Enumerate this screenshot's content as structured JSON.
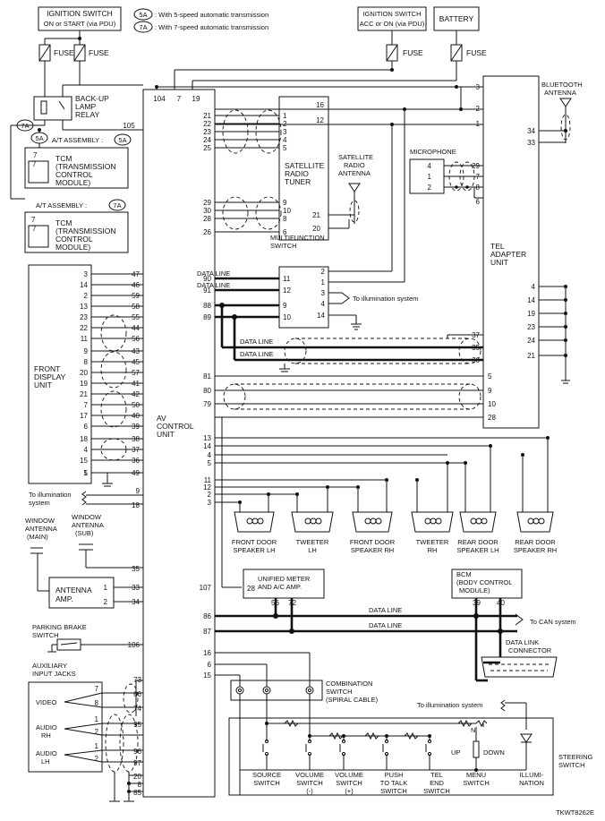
{
  "header": {
    "ign_switch_left": [
      "IGNITION SWITCH",
      "ON or START (via PDU)"
    ],
    "ign_switch_right": [
      "IGNITION SWITCH",
      "ACC or ON (via PDU)"
    ],
    "battery": "BATTERY",
    "legend_5a_tag": "5A",
    "legend_5a_text": ": With 5-speed automatic transmission",
    "legend_7a_tag": "7A",
    "legend_7a_text": ": With 7-speed automatic transmission",
    "fuse": "FUSE"
  },
  "components": {
    "backup_relay": [
      "BACK-UP",
      "LAMP",
      "RELAY"
    ],
    "at_5a": "A/T ASSEMBLY :",
    "at_7a": "A/T ASSEMBLY :",
    "tcm": [
      "TCM",
      "(TRANSMISSION",
      "CONTROL",
      "MODULE)"
    ],
    "sat_tuner": [
      "SATELLITE",
      "RADIO",
      "TUNER"
    ],
    "sat_antenna": [
      "SATELLITE",
      "RADIO",
      "ANTENNA"
    ],
    "microphone": "MICROPHONE",
    "bt_antenna": [
      "BLUETOOTH",
      "ANTENNA"
    ],
    "tel_adapter": [
      "TEL",
      "ADAPTER",
      "UNIT"
    ],
    "multifunction": [
      "MULTIFUNCTION",
      "SWITCH"
    ],
    "front_display": [
      "FRONT",
      "DISPLAY",
      "UNIT"
    ],
    "av_control": [
      "AV",
      "CONTROL",
      "UNIT"
    ],
    "to_illum": [
      "To illumination",
      "system"
    ],
    "to_illum_right": "To illumination system",
    "to_illum_top": "To illumination system",
    "to_illum_steer": "To illumination system",
    "window_ant_main": [
      "WINDOW",
      "ANTENNA",
      "(MAIN)"
    ],
    "window_ant_sub": [
      "WINDOW",
      "ANTENNA",
      "(SUB)"
    ],
    "antenna_amp": [
      "ANTENNA",
      "AMP."
    ],
    "parking_brake": [
      "PARKING BRAKE",
      "SWITCH"
    ],
    "aux_jacks": [
      "AUXILIARY",
      "INPUT JACKS"
    ],
    "video": "VIDEO",
    "audio_rh": [
      "AUDIO",
      "RH"
    ],
    "audio_lh": [
      "AUDIO",
      "LH"
    ],
    "unified_meter": [
      "UNIFIED METER",
      "AND A/C AMP."
    ],
    "bcm": [
      "BCM",
      "(BODY CONTROL",
      "MODULE)"
    ],
    "to_can": "To CAN system",
    "dlc": [
      "DATA LINK",
      "CONNECTOR"
    ],
    "combi": [
      "COMBINATION",
      "SWITCH",
      "(SPIRAL CABLE)"
    ],
    "steering": [
      "STEERING",
      "SWITCH"
    ],
    "data_line": "DATA LINE",
    "up": "UP",
    "down": "DOWN",
    "n": "N",
    "code": "TKWT8262E"
  },
  "speakers": [
    [
      "FRONT DOOR",
      "SPEAKER LH"
    ],
    [
      "TWEETER",
      "LH"
    ],
    [
      "FRONT DOOR",
      "SPEAKER RH"
    ],
    [
      "TWEETER",
      "RH"
    ],
    [
      "REAR DOOR",
      "SPEAKER LH"
    ],
    [
      "REAR DOOR",
      "SPEAKER RH"
    ]
  ],
  "steer_switches": [
    [
      "SOURCE",
      "SWITCH"
    ],
    [
      "VOLUME",
      "SWITCH",
      "(-)"
    ],
    [
      "VOLUME",
      "SWITCH",
      "(+)"
    ],
    [
      "PUSH",
      "TO TALK",
      "SWITCH"
    ],
    [
      "TEL",
      "END",
      "SWITCH"
    ],
    [
      "MENU",
      "SWITCH"
    ],
    [
      "ILLUMI-",
      "NATION"
    ]
  ],
  "pins": {
    "av_top": [
      "104",
      "7",
      "19"
    ],
    "relay_out": "105",
    "tcm": "7",
    "sat_left": [
      "21",
      "22",
      "23",
      "24",
      "25",
      "29",
      "30",
      "28",
      "26"
    ],
    "sat_right": [
      "1",
      "2",
      "3",
      "4",
      "5",
      "9",
      "10",
      "8",
      "6"
    ],
    "sat_ant": [
      "21",
      "20"
    ],
    "tel_top": [
      "16",
      "12"
    ],
    "tel_right": [
      "3",
      "2",
      "1"
    ],
    "bt": [
      "34",
      "33"
    ],
    "mic": [
      "4",
      "1",
      "2"
    ],
    "mic_tel": [
      "29",
      "7",
      "8",
      "6"
    ],
    "mf_left": [
      "90",
      "91",
      "88",
      "89"
    ],
    "mf_pins_l": [
      "11",
      "12",
      "9",
      "10"
    ],
    "mf_pins_r": [
      "2",
      "1",
      "3",
      "4",
      "14"
    ],
    "tel_dl": [
      "37",
      "35",
      "36"
    ],
    "tel_gnd": [
      "4",
      "14",
      "19",
      "23",
      "24",
      "21"
    ],
    "fd_left": [
      "3",
      "14",
      "2",
      "13",
      "23",
      "22",
      "11",
      "9",
      "8",
      "20",
      "19",
      "21",
      "7",
      "17",
      "6",
      "18",
      "4",
      "15",
      "5",
      "1"
    ],
    "fd_right": [
      "47",
      "46",
      "59",
      "58",
      "55",
      "44",
      "56",
      "43",
      "45",
      "57",
      "41",
      "42",
      "50",
      "40",
      "39",
      "38",
      "37",
      "36",
      "49"
    ],
    "av_81": [
      "81",
      "80",
      "79"
    ],
    "tel_59": [
      "5",
      "9",
      "10",
      "28"
    ],
    "av_spk": [
      "13",
      "14",
      "4",
      "5",
      "11",
      "12",
      "2",
      "3"
    ],
    "av_illum": [
      "9",
      "18"
    ],
    "ant": [
      "35",
      "33",
      "34"
    ],
    "amp": [
      "1",
      "2"
    ],
    "meter": [
      "107",
      "28",
      "56",
      "72"
    ],
    "bcm": [
      "39",
      "40"
    ],
    "can": [
      "86",
      "87"
    ],
    "park": "106",
    "aux_left": [
      "7",
      "8",
      "1",
      "2"
    ],
    "aux_right": [
      "73",
      "66",
      "74",
      "95",
      "96",
      "97",
      "20",
      "8",
      "85"
    ],
    "steer": [
      "16",
      "6",
      "15"
    ]
  }
}
